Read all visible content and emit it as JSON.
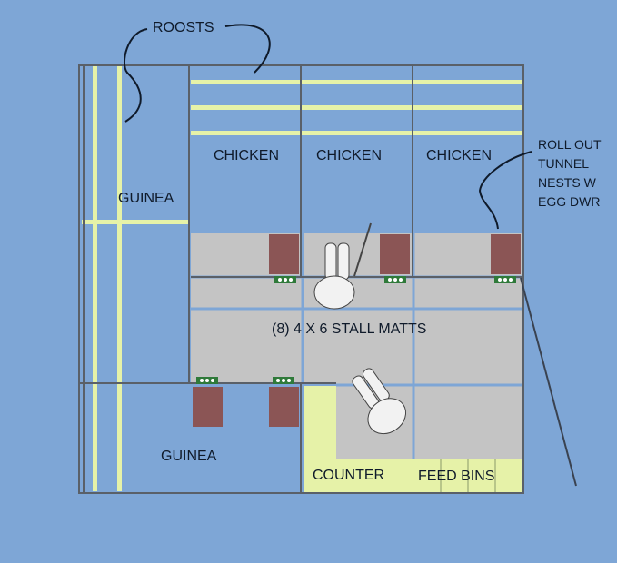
{
  "diagram": {
    "type": "coop floor plan",
    "colors": {
      "background": "#7ea6d6",
      "wall": "#5a6068",
      "roost": "#e6f2a8",
      "floor_mat": "#c4c4c4",
      "nest_box": "#8b5555",
      "egg_tray": "#2f7a3a",
      "counter": "#e6f2a8",
      "text": "#0f1a2a"
    },
    "annotations": {
      "roosts": "ROOSTS",
      "nests": [
        "ROLL OUT",
        "TUNNEL",
        "NESTS W",
        "EGG DWR"
      ]
    },
    "rooms": {
      "guinea_top": "GUINEA",
      "chicken_1": "CHICKEN",
      "chicken_2": "CHICKEN",
      "chicken_3": "CHICKEN",
      "guinea_bottom": "GUINEA",
      "stall_mats": "(8) 4 X 6 STALL MATTS",
      "counter": "COUNTER",
      "feed_bins": "FEED BINS"
    }
  }
}
